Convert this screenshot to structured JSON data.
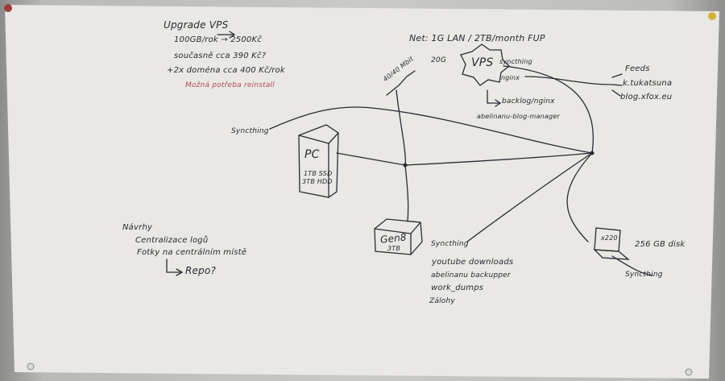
{
  "vps_block": {
    "title": "Upgrade VPS",
    "line1": "100GB/rok → 2500Kč",
    "line2": "současně cca 390 Kč?",
    "line3": "+2x doména cca 400 Kč/rok",
    "note": "Možná potřeba reinstall"
  },
  "network_note": "Net: 1G LAN / 2TB/month FUP",
  "vps": {
    "label": "VPS",
    "prefix": "20G",
    "services": [
      "syncthing",
      "nginx"
    ],
    "sub_label": "backlog/nginx",
    "sub_label2": "abelinanu-blog-manager"
  },
  "feeds": {
    "title": "Feeds",
    "items": [
      "k.tukatsuna",
      "blog.xfox.eu"
    ]
  },
  "link_speed": "40/40 Mbit",
  "syncthing_left": "Syncthing",
  "pc": {
    "label": "PC",
    "storage": [
      "1TB SSD",
      "3TB HDD"
    ]
  },
  "gen8": {
    "label": "Gen8",
    "storage": "3TB"
  },
  "gen8_services": [
    "Syncthing",
    "youtube downloads",
    "abelinanu backupper",
    "work_dumps",
    "Zálohy"
  ],
  "x220": {
    "label": "x220",
    "disk": "256 GB disk",
    "service": "Syncthing"
  },
  "ideas": {
    "title": "Návrhy",
    "items": [
      "Centralizace logů",
      "Fotky na centrálním místě"
    ],
    "arrow_item": "Repo?"
  }
}
